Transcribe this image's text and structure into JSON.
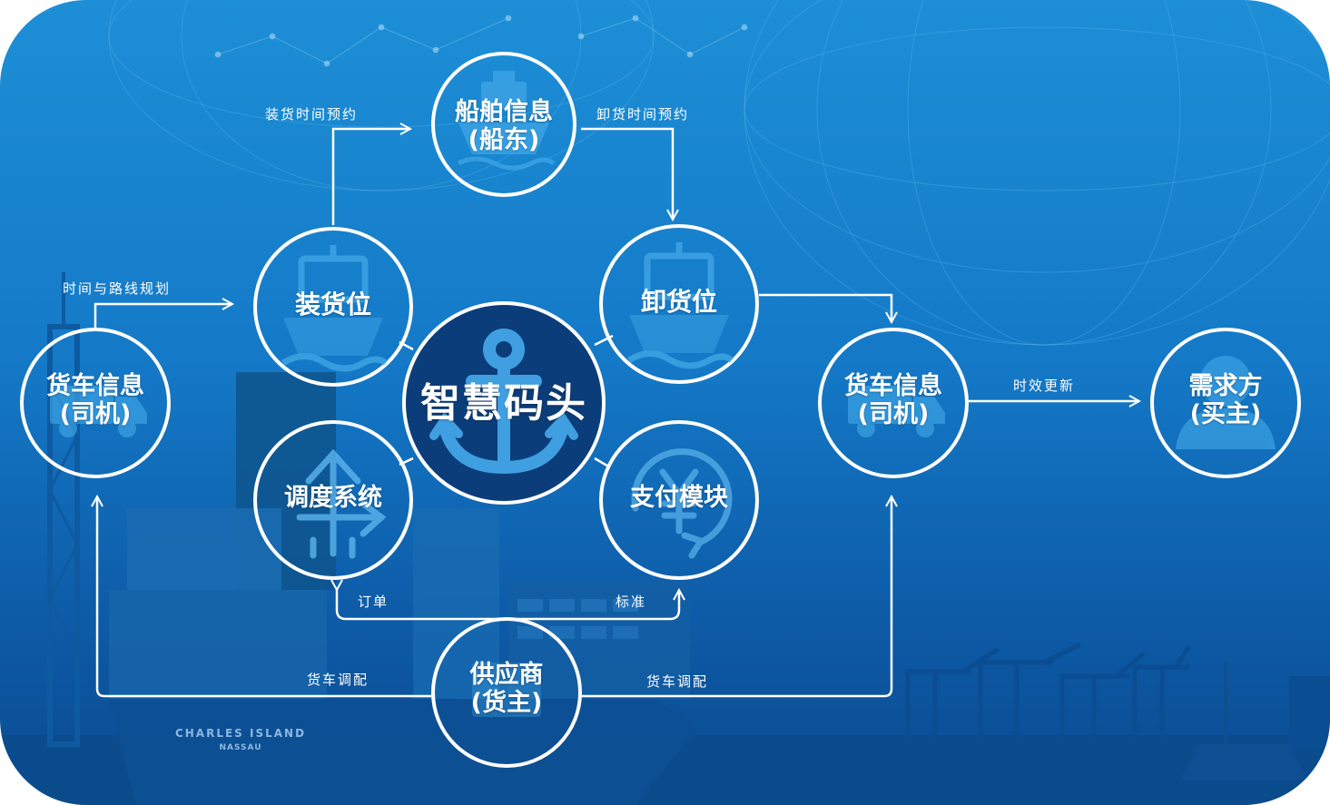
{
  "nodes": {
    "center": "智慧码头",
    "ship_info": [
      "船舶信息",
      "(船东)"
    ],
    "loading_berth": "装货位",
    "unloading_berth": "卸货位",
    "dispatch_system": "调度系统",
    "payment_module": "支付模块",
    "truck_info_left": [
      "货车信息",
      "(司机)"
    ],
    "truck_info_right": [
      "货车信息",
      "(司机)"
    ],
    "demand_side": [
      "需求方",
      "(买主)"
    ],
    "supplier": [
      "供应商",
      "(货主)"
    ]
  },
  "edges": {
    "loading_time_booking": "装货时间预约",
    "unloading_time_booking": "卸货时间预约",
    "time_route_planning": "时间与路线规划",
    "timeliness_update": "时效更新",
    "order": "订单",
    "standard": "标准",
    "truck_dispatch_left": "货车调配",
    "truck_dispatch_right": "货车调配"
  },
  "ship_hull_text": [
    "CHARLES ISLAND",
    "NASSAU"
  ],
  "icons": {
    "center": "anchor-icon",
    "ship_info": "ship-icon",
    "loading_berth": "ship-icon",
    "unloading_berth": "ship-icon",
    "dispatch_system": "route-arrows-icon",
    "payment_module": "yen-cycle-icon",
    "truck": "truck-icon",
    "demand_side": "person-icon"
  },
  "colors": {
    "background_top": "#1d8fd6",
    "background_bottom": "#0a4a8e",
    "center_fill": "#0b3d7a",
    "line": "#ffffff",
    "icon": "#3fa6e6"
  }
}
